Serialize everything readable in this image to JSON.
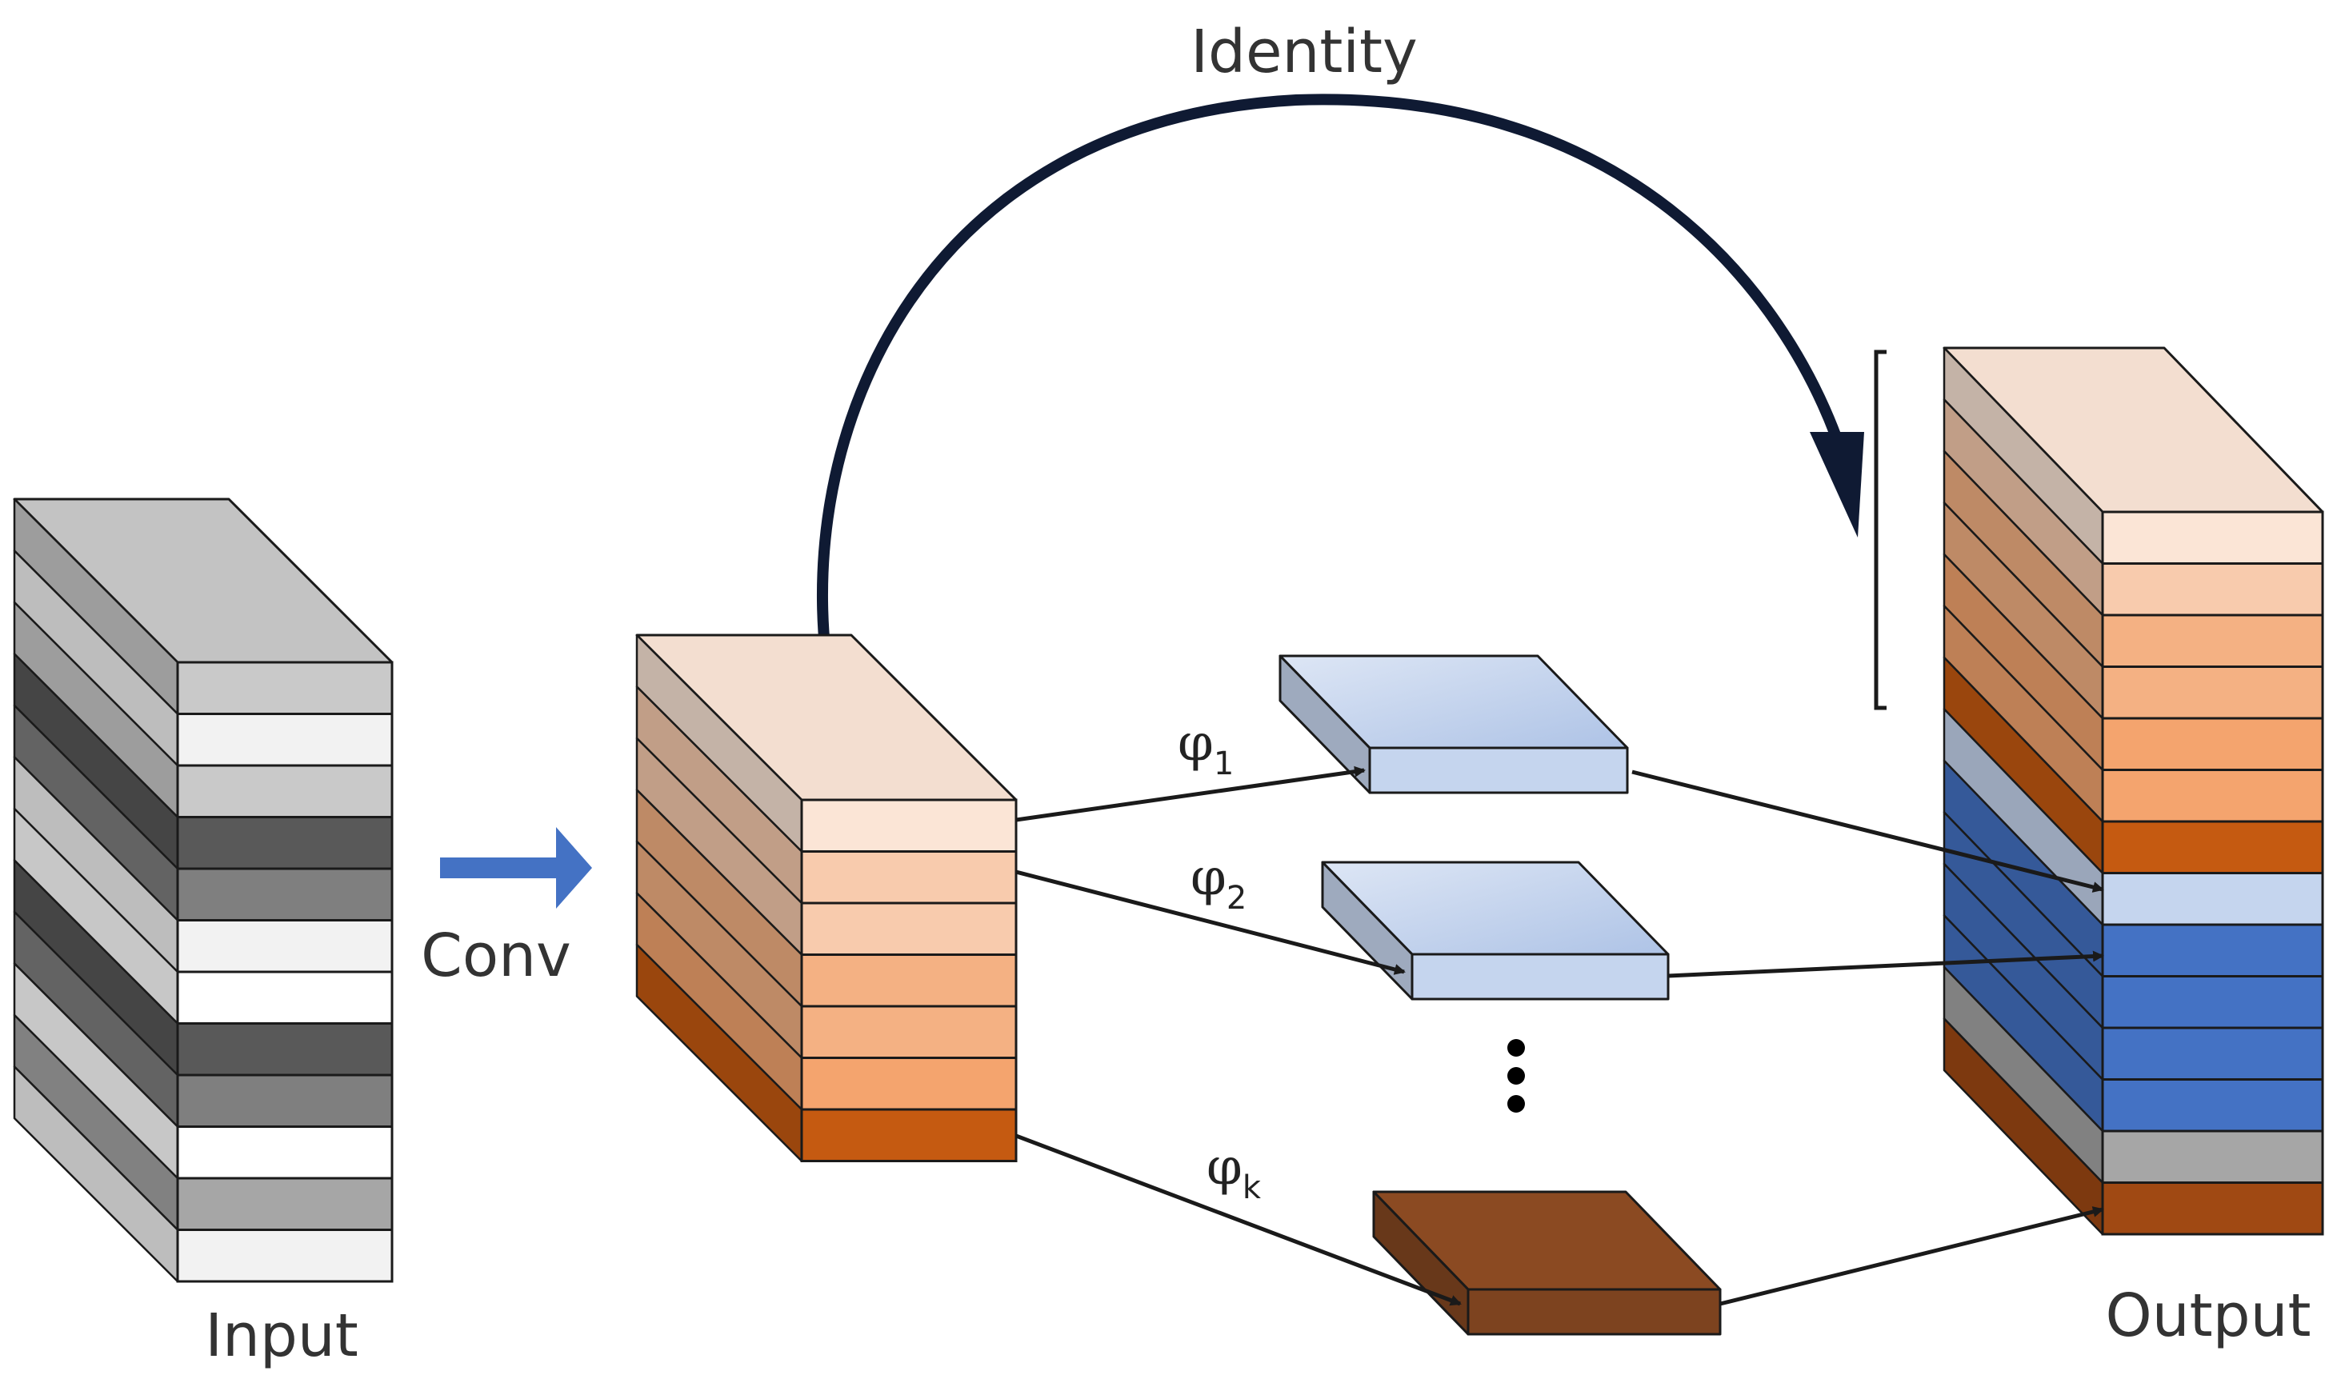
{
  "labels": {
    "identity": "Identity",
    "conv": "Conv",
    "input": "Input",
    "output": "Output"
  },
  "branches": [
    {
      "symbol": "φ",
      "subscript": "1"
    },
    {
      "symbol": "φ",
      "subscript": "2"
    },
    {
      "symbol": "φ",
      "subscript": "k"
    }
  ],
  "colors": {
    "identity_arrow": "#0f1a33",
    "conv_arrow": "#4472c4",
    "edge": "#1a1a1a",
    "input_layers": [
      "#c9c9c9",
      "#f2f2f2",
      "#c9c9c9",
      "#595959",
      "#7f7f7f",
      "#f2f2f2",
      "#ffffff",
      "#595959",
      "#7f7f7f",
      "#ffffff",
      "#a6a6a6",
      "#f2f2f2"
    ],
    "conv_layers": [
      "#fbe5d6",
      "#f8cbad",
      "#f8cbad",
      "#f4b183",
      "#f4b183",
      "#f4a46e",
      "#c55a11"
    ],
    "branch_light_blue": "#c5d5ee",
    "branch_dark_brown": "#8b4a22",
    "output_layers": [
      "#fbe5d6",
      "#f8cbad",
      "#f4b183",
      "#f4b183",
      "#f4a46e",
      "#f4a46e",
      "#c55a11",
      "#c5d5ee",
      "#4472c4",
      "#4472c4",
      "#4472c4",
      "#4472c4",
      "#a6a6a6",
      "#a04913"
    ]
  }
}
